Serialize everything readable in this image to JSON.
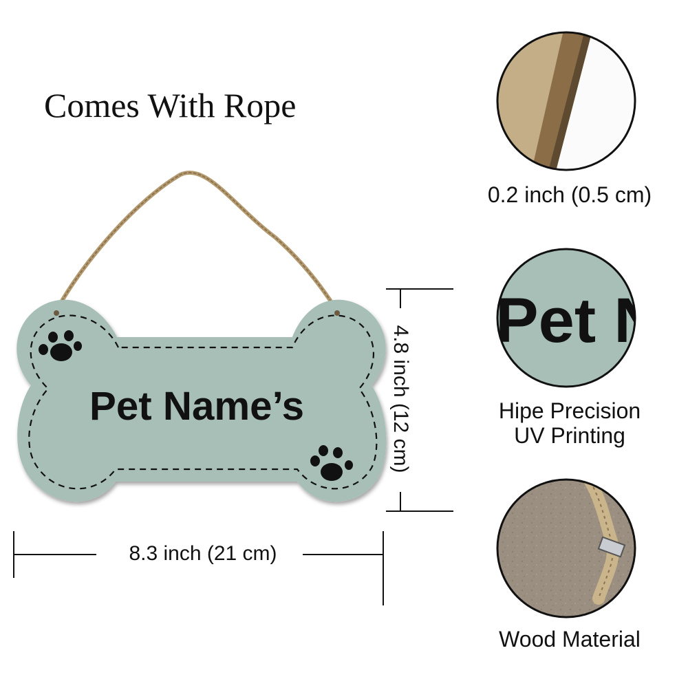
{
  "headline": "Comes With Rope",
  "sign": {
    "text": "Pet Name’s",
    "color": "#a8bfb8",
    "ink": "#111111",
    "rope_color": "#b49a70"
  },
  "dimensions": {
    "width": "8.3 inch (21 cm)",
    "height": "4.8 inch (12 cm)"
  },
  "details": {
    "thickness": {
      "caption": "0.2 inch (0.5 cm)",
      "icon": "wood-edge-closeup"
    },
    "printing": {
      "zoom_text": "Pet N",
      "caption_line1": "Hipe Precision",
      "caption_line2": "UV Printing"
    },
    "material": {
      "caption": "Wood Material",
      "icon": "wood-back-closeup"
    }
  }
}
